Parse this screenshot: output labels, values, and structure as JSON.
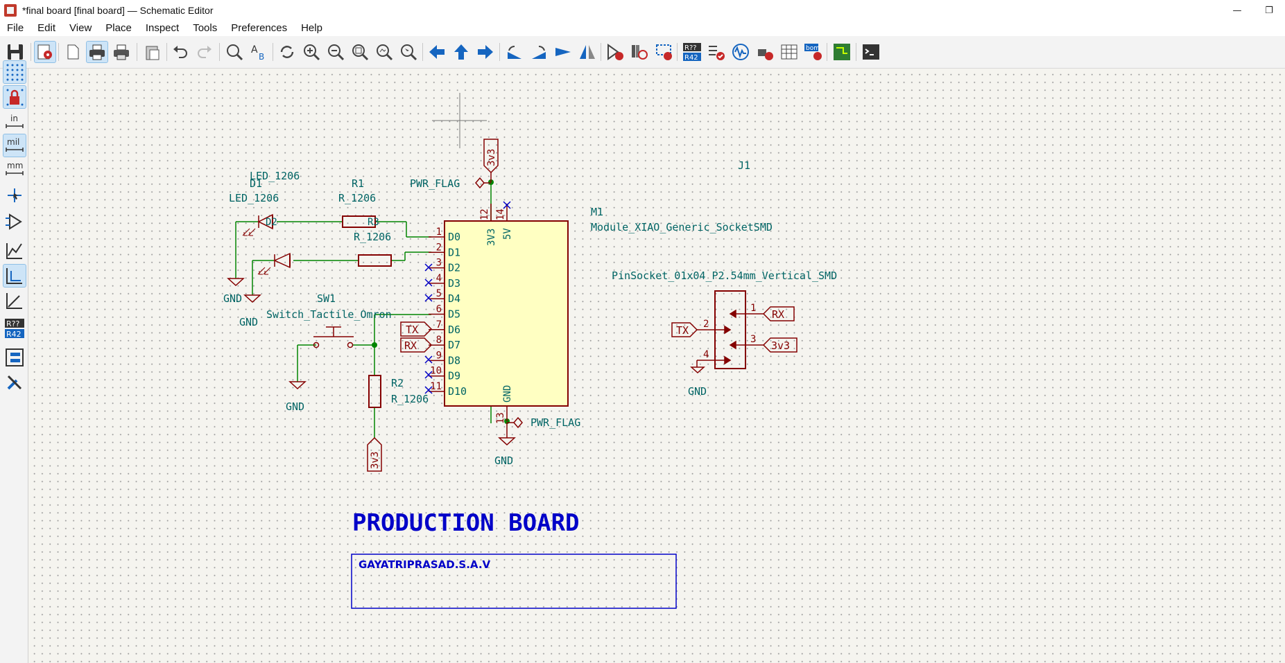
{
  "window": {
    "title": "*final board [final board] — Schematic Editor",
    "minimize": "—",
    "restore": "❐"
  },
  "menu": [
    "File",
    "Edit",
    "View",
    "Place",
    "Inspect",
    "Tools",
    "Preferences",
    "Help"
  ],
  "toolbar": {
    "icons": [
      "save-icon",
      "schematic-setup-icon",
      "page-settings-icon",
      "print-icon",
      "plot-icon",
      "paste-icon",
      "undo-icon",
      "redo-icon",
      "find-icon",
      "find-replace-icon",
      "refresh-icon",
      "zoom-in-icon",
      "zoom-out-icon",
      "zoom-fit-icon",
      "zoom-objects-icon",
      "zoom-selection-icon",
      "navigate-back-icon",
      "navigate-up-icon",
      "navigate-forward-icon",
      "rotate-ccw-icon",
      "rotate-cw-icon",
      "mirror-vertical-icon",
      "mirror-horizontal-icon",
      "symbol-editor-icon",
      "symbol-browser-icon",
      "footprint-assign-icon",
      "annotate-icon",
      "erc-icon",
      "simulator-icon",
      "footprint-editor-icon",
      "bom-table-icon",
      "bom-export-icon",
      "pcb-editor-icon",
      "scripting-console-icon"
    ],
    "annotate_text_top": "R??",
    "annotate_text_bottom": "R42",
    "bom_text": "bom"
  },
  "left_toolbar": {
    "units_in": "in",
    "units_mil": "mil",
    "units_mm": "mm",
    "annotate_top": "R??",
    "annotate_bottom": "R42"
  },
  "schematic": {
    "pwr_3v3_top": "3v3",
    "pwr_flag_top": "PWR_FLAG",
    "pwr_flag_bottom": "PWR_FLAG",
    "pin_12": "12",
    "pin_14": "14",
    "pin_13": "13",
    "label_3v3": "3V3",
    "label_5v": "5V",
    "label_gnd_m1": "GND",
    "m1_ref": "M1",
    "m1_value": "Module_XIAO_Generic_SocketSMD",
    "m1_pins": [
      {
        "num": "1",
        "name": "D0"
      },
      {
        "num": "2",
        "name": "D1"
      },
      {
        "num": "3",
        "name": "D2"
      },
      {
        "num": "4",
        "name": "D3"
      },
      {
        "num": "5",
        "name": "D4"
      },
      {
        "num": "6",
        "name": "D5"
      },
      {
        "num": "7",
        "name": "D6"
      },
      {
        "num": "8",
        "name": "D7"
      },
      {
        "num": "9",
        "name": "D8"
      },
      {
        "num": "10",
        "name": "D9"
      },
      {
        "num": "11",
        "name": "D10"
      }
    ],
    "j1_ref": "J1",
    "j1_value": "PinSocket_01x04_P2.54mm_Vertical_SMD",
    "j1_pins": [
      "1",
      "2",
      "3",
      "4"
    ],
    "j1_labels": {
      "rx": "RX",
      "tx": "TX",
      "v3": "3v3"
    },
    "m1_labels": {
      "tx": "TX",
      "rx": "RX"
    },
    "led_extra": "LED_1206",
    "d1_ref": "D1",
    "d1_value": "LED_1206",
    "d2_ref": "D2",
    "r1_ref": "R1",
    "r1_value": "R_1206",
    "r3_ref": "R3",
    "r3_value": "R_1206",
    "sw1_ref": "SW1",
    "sw1_value": "Switch_Tactile_Omron",
    "r2_ref": "R2",
    "r2_value": "R_1206",
    "r2_pwr": "3v3",
    "gnd": "GND",
    "production_title": "PRODUCTION BOARD",
    "author": "GAYATRIPRASAD.S.A.V"
  },
  "colors": {
    "wire": "#008400",
    "symbol": "#840000",
    "body_fill": "#ffffc2",
    "text": "#006464",
    "title_blue": "#0000c8",
    "noconnect": "#0000c8"
  }
}
